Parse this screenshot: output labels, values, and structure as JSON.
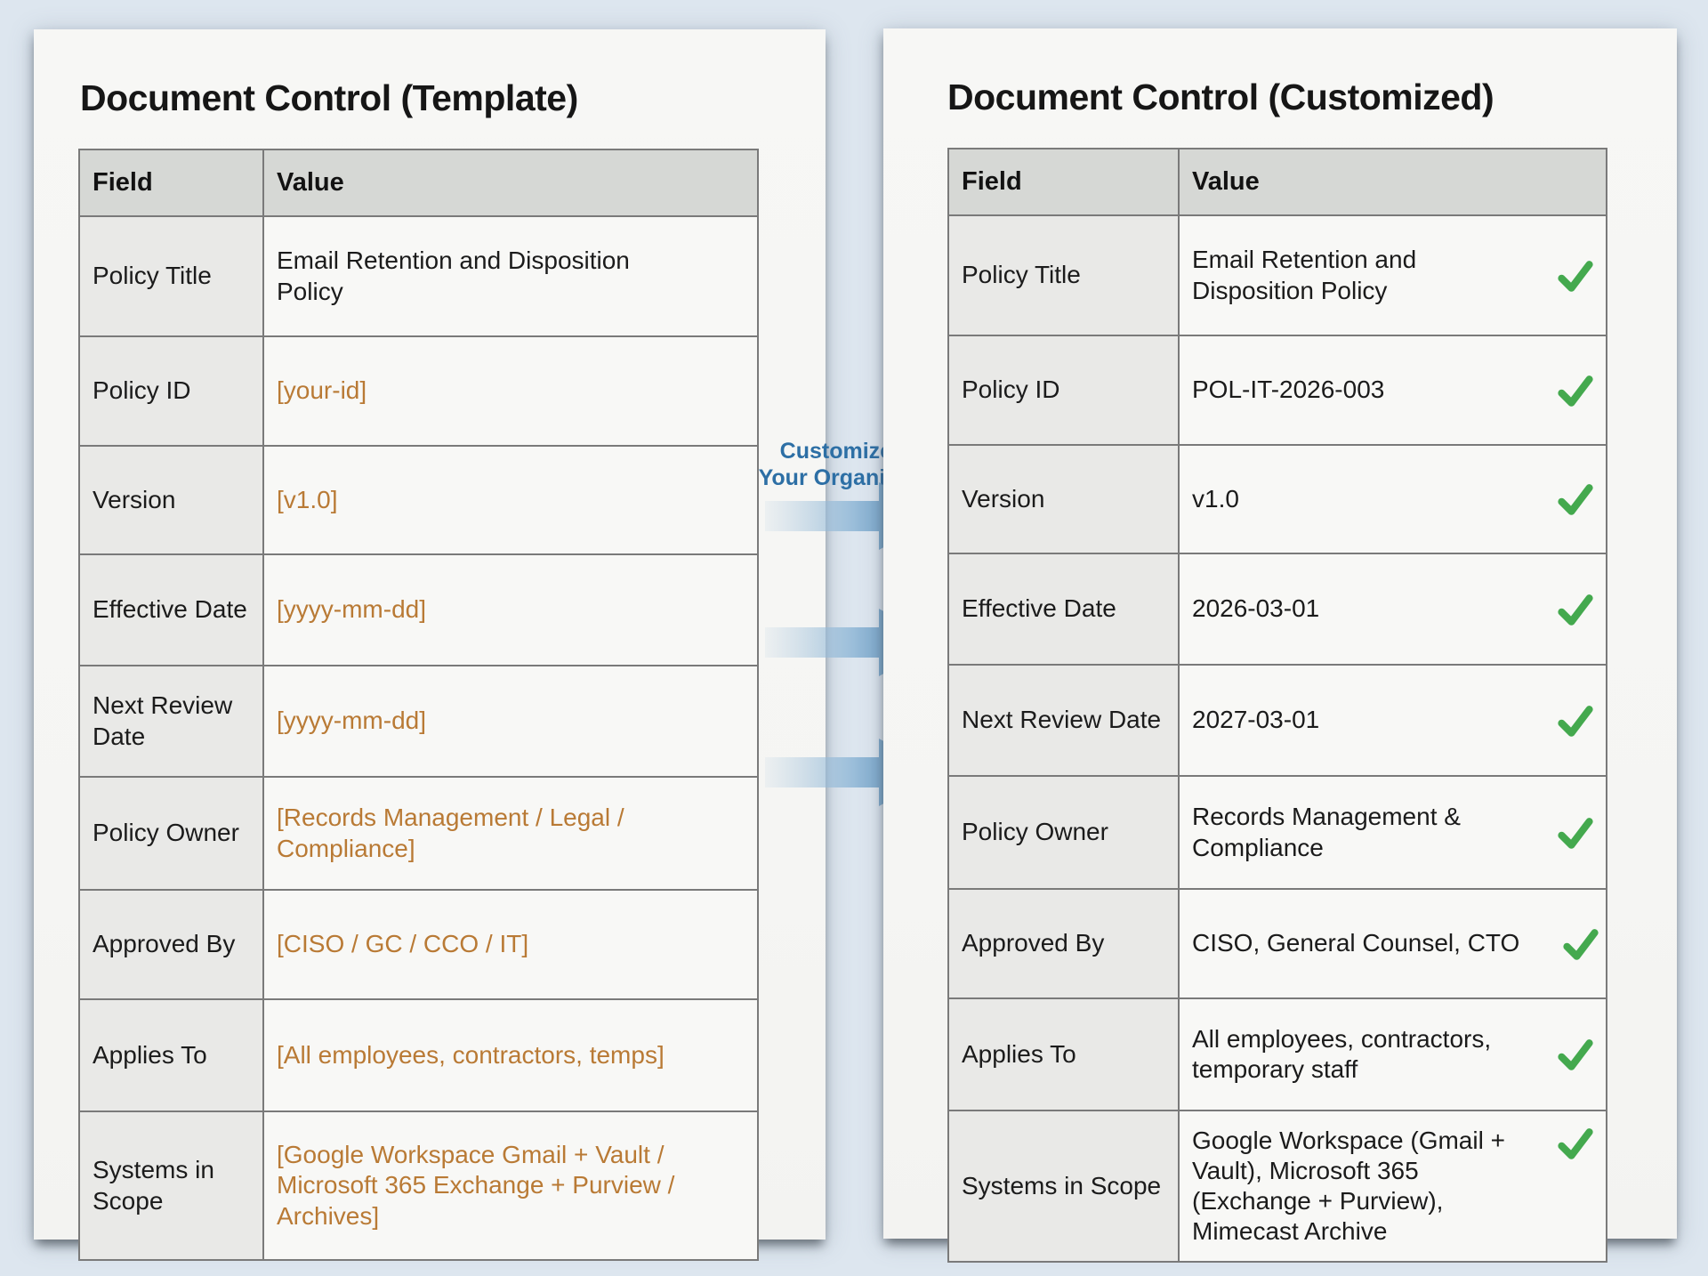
{
  "colors": {
    "background": "#dde6ef",
    "card": "#f6f6f4",
    "table_header_bg": "#d6d8d5",
    "field_cell_bg": "#e9e9e7",
    "value_cell_bg": "#f8f8f6",
    "border": "#7a7a7a",
    "text": "#1b1b1b",
    "placeholder_orange": "#b97a35",
    "connector_blue": "#2d6fa5",
    "arrow_blue": "#3277ae",
    "check_green": "#44a94e"
  },
  "left_panel": {
    "title": "Document Control (Template)",
    "table": {
      "headers": [
        "Field",
        "Value"
      ],
      "rows": [
        {
          "field": "Policy Title",
          "value": "Email Retention and Disposition Policy",
          "placeholder": false
        },
        {
          "field": "Policy ID",
          "value": "[your-id]",
          "placeholder": true
        },
        {
          "field": "Version",
          "value": "[v1.0]",
          "placeholder": true
        },
        {
          "field": "Effective Date",
          "value": "[yyyy-mm-dd]",
          "placeholder": true
        },
        {
          "field": "Next Review Date",
          "value": "[yyyy-mm-dd]",
          "placeholder": true
        },
        {
          "field": "Policy Owner",
          "value": "[Records Management / Legal / Compliance]",
          "placeholder": true
        },
        {
          "field": "Approved By",
          "value": "[CISO / GC / CCO / IT]",
          "placeholder": true
        },
        {
          "field": "Applies To",
          "value": "[All employees, contractors, temps]",
          "placeholder": true
        },
        {
          "field": "Systems in Scope",
          "value": "[Google Workspace Gmail + Vault / Microsoft 365 Exchange + Purview / Archives]",
          "placeholder": true
        }
      ]
    }
  },
  "connector": {
    "label_line1": "Customize for",
    "label_line2": "Your Organization",
    "arrows": [
      "right-arrow",
      "right-arrow",
      "right-arrow"
    ]
  },
  "right_panel": {
    "title": "Document Control (Customized)",
    "table": {
      "headers": [
        "Field",
        "Value"
      ],
      "rows": [
        {
          "field": "Policy Title",
          "value": "Email Retention and Disposition Policy",
          "check": true
        },
        {
          "field": "Policy ID",
          "value": "POL-IT-2026-003",
          "check": true
        },
        {
          "field": "Version",
          "value": "v1.0",
          "check": true
        },
        {
          "field": "Effective Date",
          "value": "2026-03-01",
          "check": true
        },
        {
          "field": "Next Review Date",
          "value": "2027-03-01",
          "check": true
        },
        {
          "field": "Policy Owner",
          "value": "Records Management & Compliance",
          "check": true
        },
        {
          "field": "Approved By",
          "value": "CISO, General Counsel, CTO",
          "check": true
        },
        {
          "field": "Applies To",
          "value": "All employees, contractors, temporary staff",
          "check": true
        },
        {
          "field": "Systems in Scope",
          "value": "Google Workspace (Gmail + Vault), Microsoft 365 (Exchange + Purview), Mimecast Archive",
          "check": true
        }
      ]
    }
  }
}
